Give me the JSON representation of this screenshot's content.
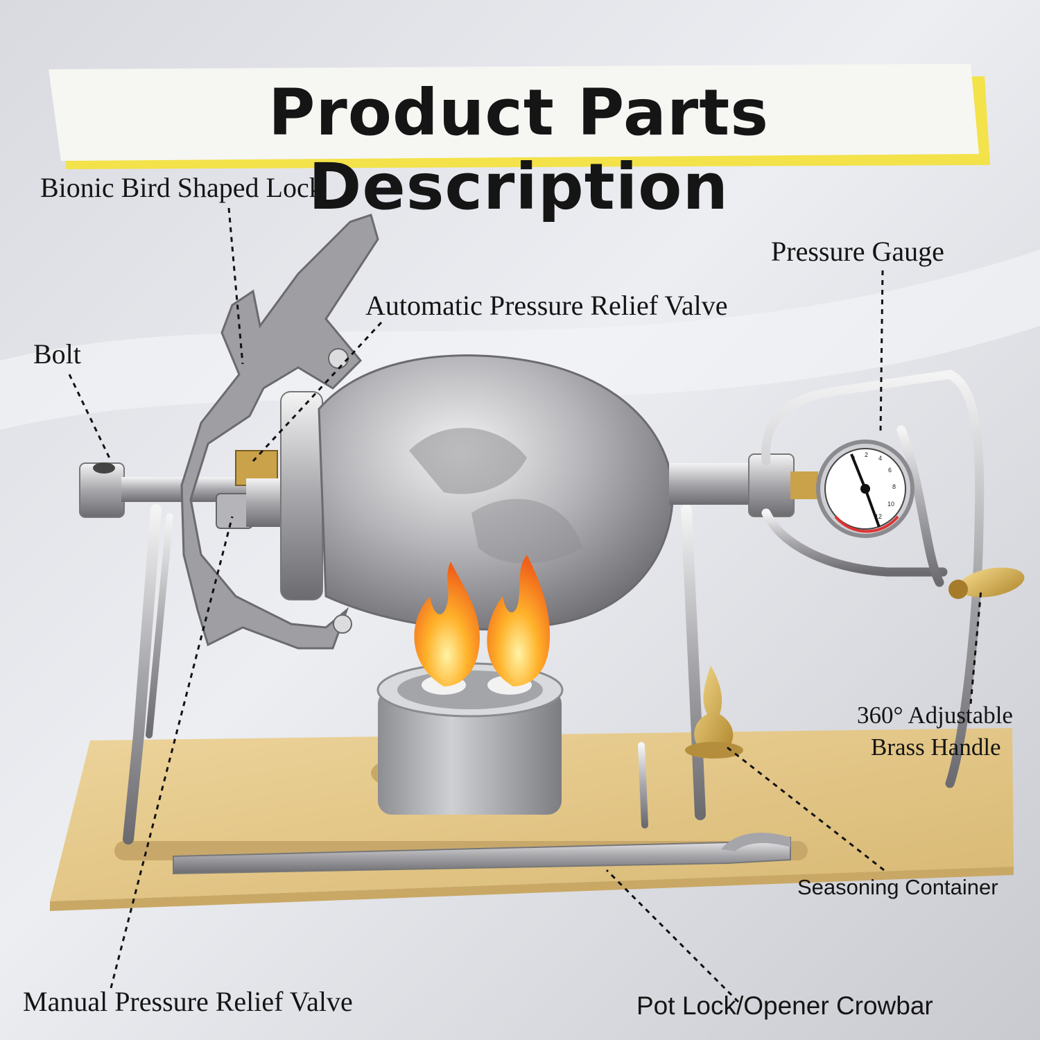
{
  "title": "Product Parts Description",
  "labels": {
    "bionic_bird_lock": "Bionic Bird Shaped Lock",
    "auto_relief_valve": "Automatic Pressure Relief Valve",
    "bolt": "Bolt",
    "pressure_gauge": "Pressure Gauge",
    "brass_handle_line1": "360° Adjustable",
    "brass_handle_line2": "Brass Handle",
    "seasoning_container": "Seasoning Container",
    "manual_relief_valve": "Manual Pressure Relief Valve",
    "crowbar": "Pot Lock/Opener Crowbar"
  },
  "gauge_ticks": [
    "0",
    "2",
    "4",
    "6",
    "8",
    "10",
    "12"
  ],
  "colors": {
    "background": "#e4e5ea",
    "title_banner": "#f6f6f3",
    "title_accent": "#f3e24a",
    "metal": "#b8b8bc",
    "wood": "#e5c989",
    "brass": "#c9a24a",
    "flame": "#f59a1d"
  }
}
